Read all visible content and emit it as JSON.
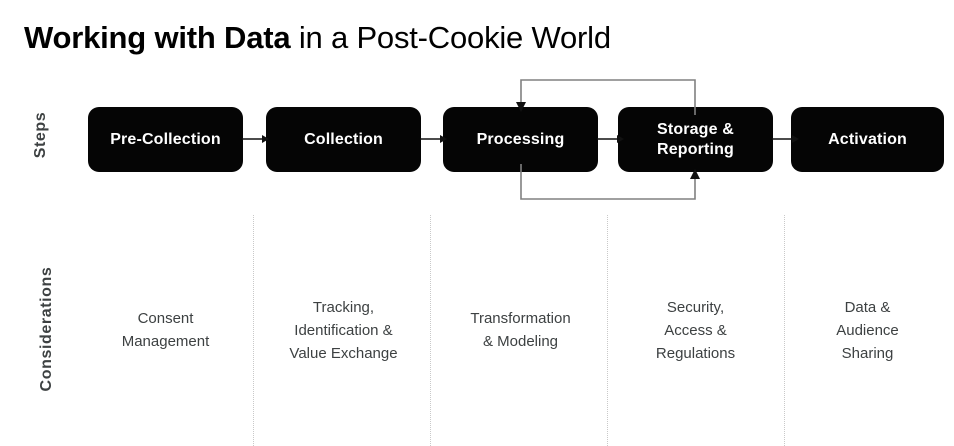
{
  "title": {
    "bold_part": "Working with Data",
    "light_part": " in a Post-Cookie World"
  },
  "rows": {
    "steps_label": "Steps",
    "considerations_label": "Considerations"
  },
  "colors": {
    "box_fill": "#050505",
    "box_text": "#ffffff",
    "body_text": "#3d4142",
    "loop_line": "#808080",
    "divider": "#c9c9c9",
    "background": "#ffffff"
  },
  "steps": [
    {
      "label": "Pre-Collection"
    },
    {
      "label": "Collection"
    },
    {
      "label": "Processing"
    },
    {
      "label": "Storage &\nReporting"
    },
    {
      "label": "Activation"
    }
  ],
  "connectors": [
    {
      "name": "arrow-pre-collection-to-collection"
    },
    {
      "name": "arrow-collection-to-processing"
    },
    {
      "name": "arrow-processing-to-storage"
    },
    {
      "name": "arrow-storage-to-activation"
    }
  ],
  "loops": [
    {
      "name": "loop-storage-to-processing",
      "direction": "right-to-left"
    },
    {
      "name": "loop-processing-to-storage",
      "direction": "left-to-right"
    }
  ],
  "considerations": [
    {
      "text": "Consent\nManagement",
      "lines": 2
    },
    {
      "text": "Tracking,\nIdentification &\nValue Exchange",
      "lines": 3
    },
    {
      "text": "Transformation\n& Modeling",
      "lines": 2
    },
    {
      "text": "Security,\nAccess &\nRegulations",
      "lines": 3
    },
    {
      "text": "Data &\nAudience\nSharing",
      "lines": 3
    }
  ]
}
